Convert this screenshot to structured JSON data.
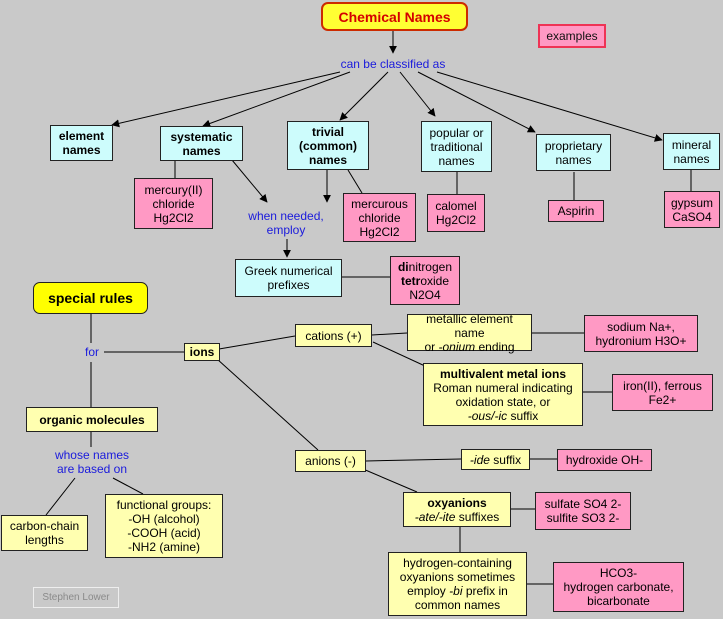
{
  "title": "Chemical Names",
  "examples_key": "examples",
  "links": {
    "classified": "can be classified as",
    "when_needed": [
      "when needed,",
      "employ"
    ],
    "for": "for",
    "whose_names": [
      "whose names",
      "are based on"
    ]
  },
  "classes": {
    "element": [
      "element",
      "names"
    ],
    "systematic": [
      "systematic",
      "names"
    ],
    "trivial": [
      "trivial",
      "(common)",
      "names"
    ],
    "popular": [
      "popular or",
      "traditional",
      "names"
    ],
    "proprietary": [
      "proprietary",
      "names"
    ],
    "mineral": [
      "mineral",
      "names"
    ]
  },
  "greek": [
    "Greek numerical",
    "prefixes"
  ],
  "examples": {
    "mercury_ii": [
      "mercury(II)",
      "chloride",
      "Hg2Cl2"
    ],
    "mercurous": [
      "mercurous",
      "chloride",
      "Hg2Cl2"
    ],
    "calomel": [
      "calomel",
      "Hg2Cl2"
    ],
    "aspirin": "Aspirin",
    "gypsum": [
      "gypsum",
      "CaSO4"
    ],
    "dinitrogen": {
      "b1": "di",
      "r1": "nitrogen",
      "b2": "tetr",
      "r2": "oxide",
      "formula": "N2O4"
    },
    "sodium": [
      "sodium Na+,",
      "hydronium H3O+"
    ],
    "iron": [
      "iron(II), ferrous",
      "Fe2+"
    ],
    "hydroxide": "hydroxide OH-",
    "sulfate": [
      "sulfate SO4 2-",
      "sulfite SO3 2-"
    ],
    "hco3": [
      "HCO3-",
      "hydrogen carbonate,",
      "bicarbonate"
    ]
  },
  "special_rules": "special rules",
  "ions": "ions",
  "organic": "organic molecules",
  "cations": "cations (+)",
  "anions": "anions (-)",
  "metallic": {
    "line1": "metallic element name",
    "pre": "or ",
    "ital": "-onium",
    "post": " ending"
  },
  "multivalent": {
    "head": "multivalent metal ions",
    "l1": "Roman numeral indicating",
    "l2": "oxidation state, or",
    "ital": "-ous/-ic",
    "post": " suffix"
  },
  "ide": {
    "ital": "-ide",
    "post": " suffix"
  },
  "oxyanions": {
    "head": "oxyanions",
    "ital": "-ate/-ite",
    "post": " suffixes"
  },
  "hydrogen_oxy": {
    "l1": "hydrogen-containing",
    "l2": "oxyanions sometimes",
    "pre": "employ ",
    "ital": "-bi",
    "post": " prefix in",
    "l4": "common names"
  },
  "carbon_chain": [
    "carbon-chain",
    "lengths"
  ],
  "functional": [
    "functional groups:",
    "-OH (alcohol)",
    "-COOH (acid)",
    "-NH2 (amine)"
  ],
  "author": "Stephen Lower",
  "colors": {
    "title_bg": "#ffff33",
    "cyan": "#cdfcfc",
    "pink": "#ff99c4",
    "yellow": "#ffffb0",
    "link_text": "#1a1adc",
    "background": "#c9c9c9"
  }
}
